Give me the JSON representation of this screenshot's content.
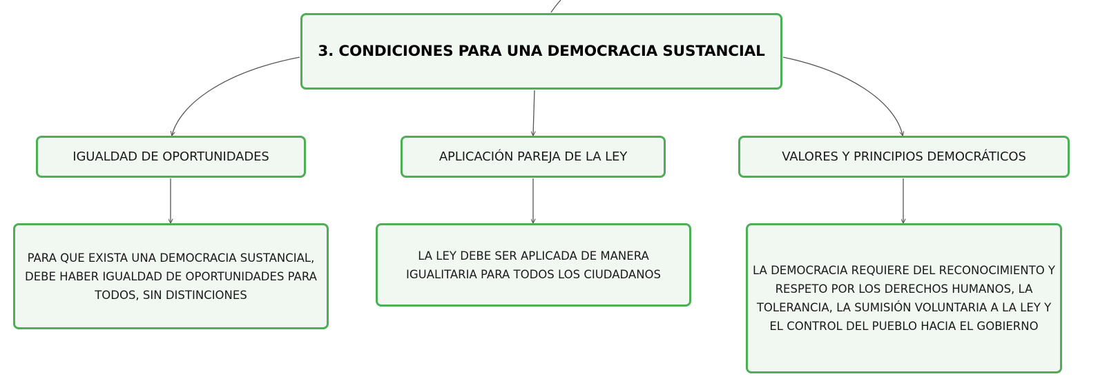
{
  "colors": {
    "node_border": "#4cae55",
    "node_fill": "#f1f8f2",
    "connector": "#555555"
  },
  "root": {
    "label": "3. CONDICIONES PARA UNA DEMOCRACIA SUSTANCIAL"
  },
  "branches": [
    {
      "label": "IGUALDAD DE OPORTUNIDADES",
      "detail": "PARA QUE EXISTA UNA DEMOCRACIA SUSTANCIAL, DEBE HABER IGUALDAD DE OPORTUNIDADES PARA TODOS, SIN DISTINCIONES"
    },
    {
      "label": "APLICACIÓN PAREJA DE LA LEY",
      "detail": "LA LEY DEBE SER APLICADA DE MANERA IGUALITARIA PARA TODOS LOS CIUDADANOS"
    },
    {
      "label": "VALORES Y PRINCIPIOS DEMOCRÁTICOS",
      "detail": "LA DEMOCRACIA REQUIERE DEL RECONOCIMIENTO Y RESPETO POR LOS DERECHOS HUMANOS, LA TOLERANCIA, LA SUMISIÓN VOLUNTARIA A LA LEY Y EL CONTROL DEL PUEBLO HACIA EL GOBIERNO"
    }
  ]
}
